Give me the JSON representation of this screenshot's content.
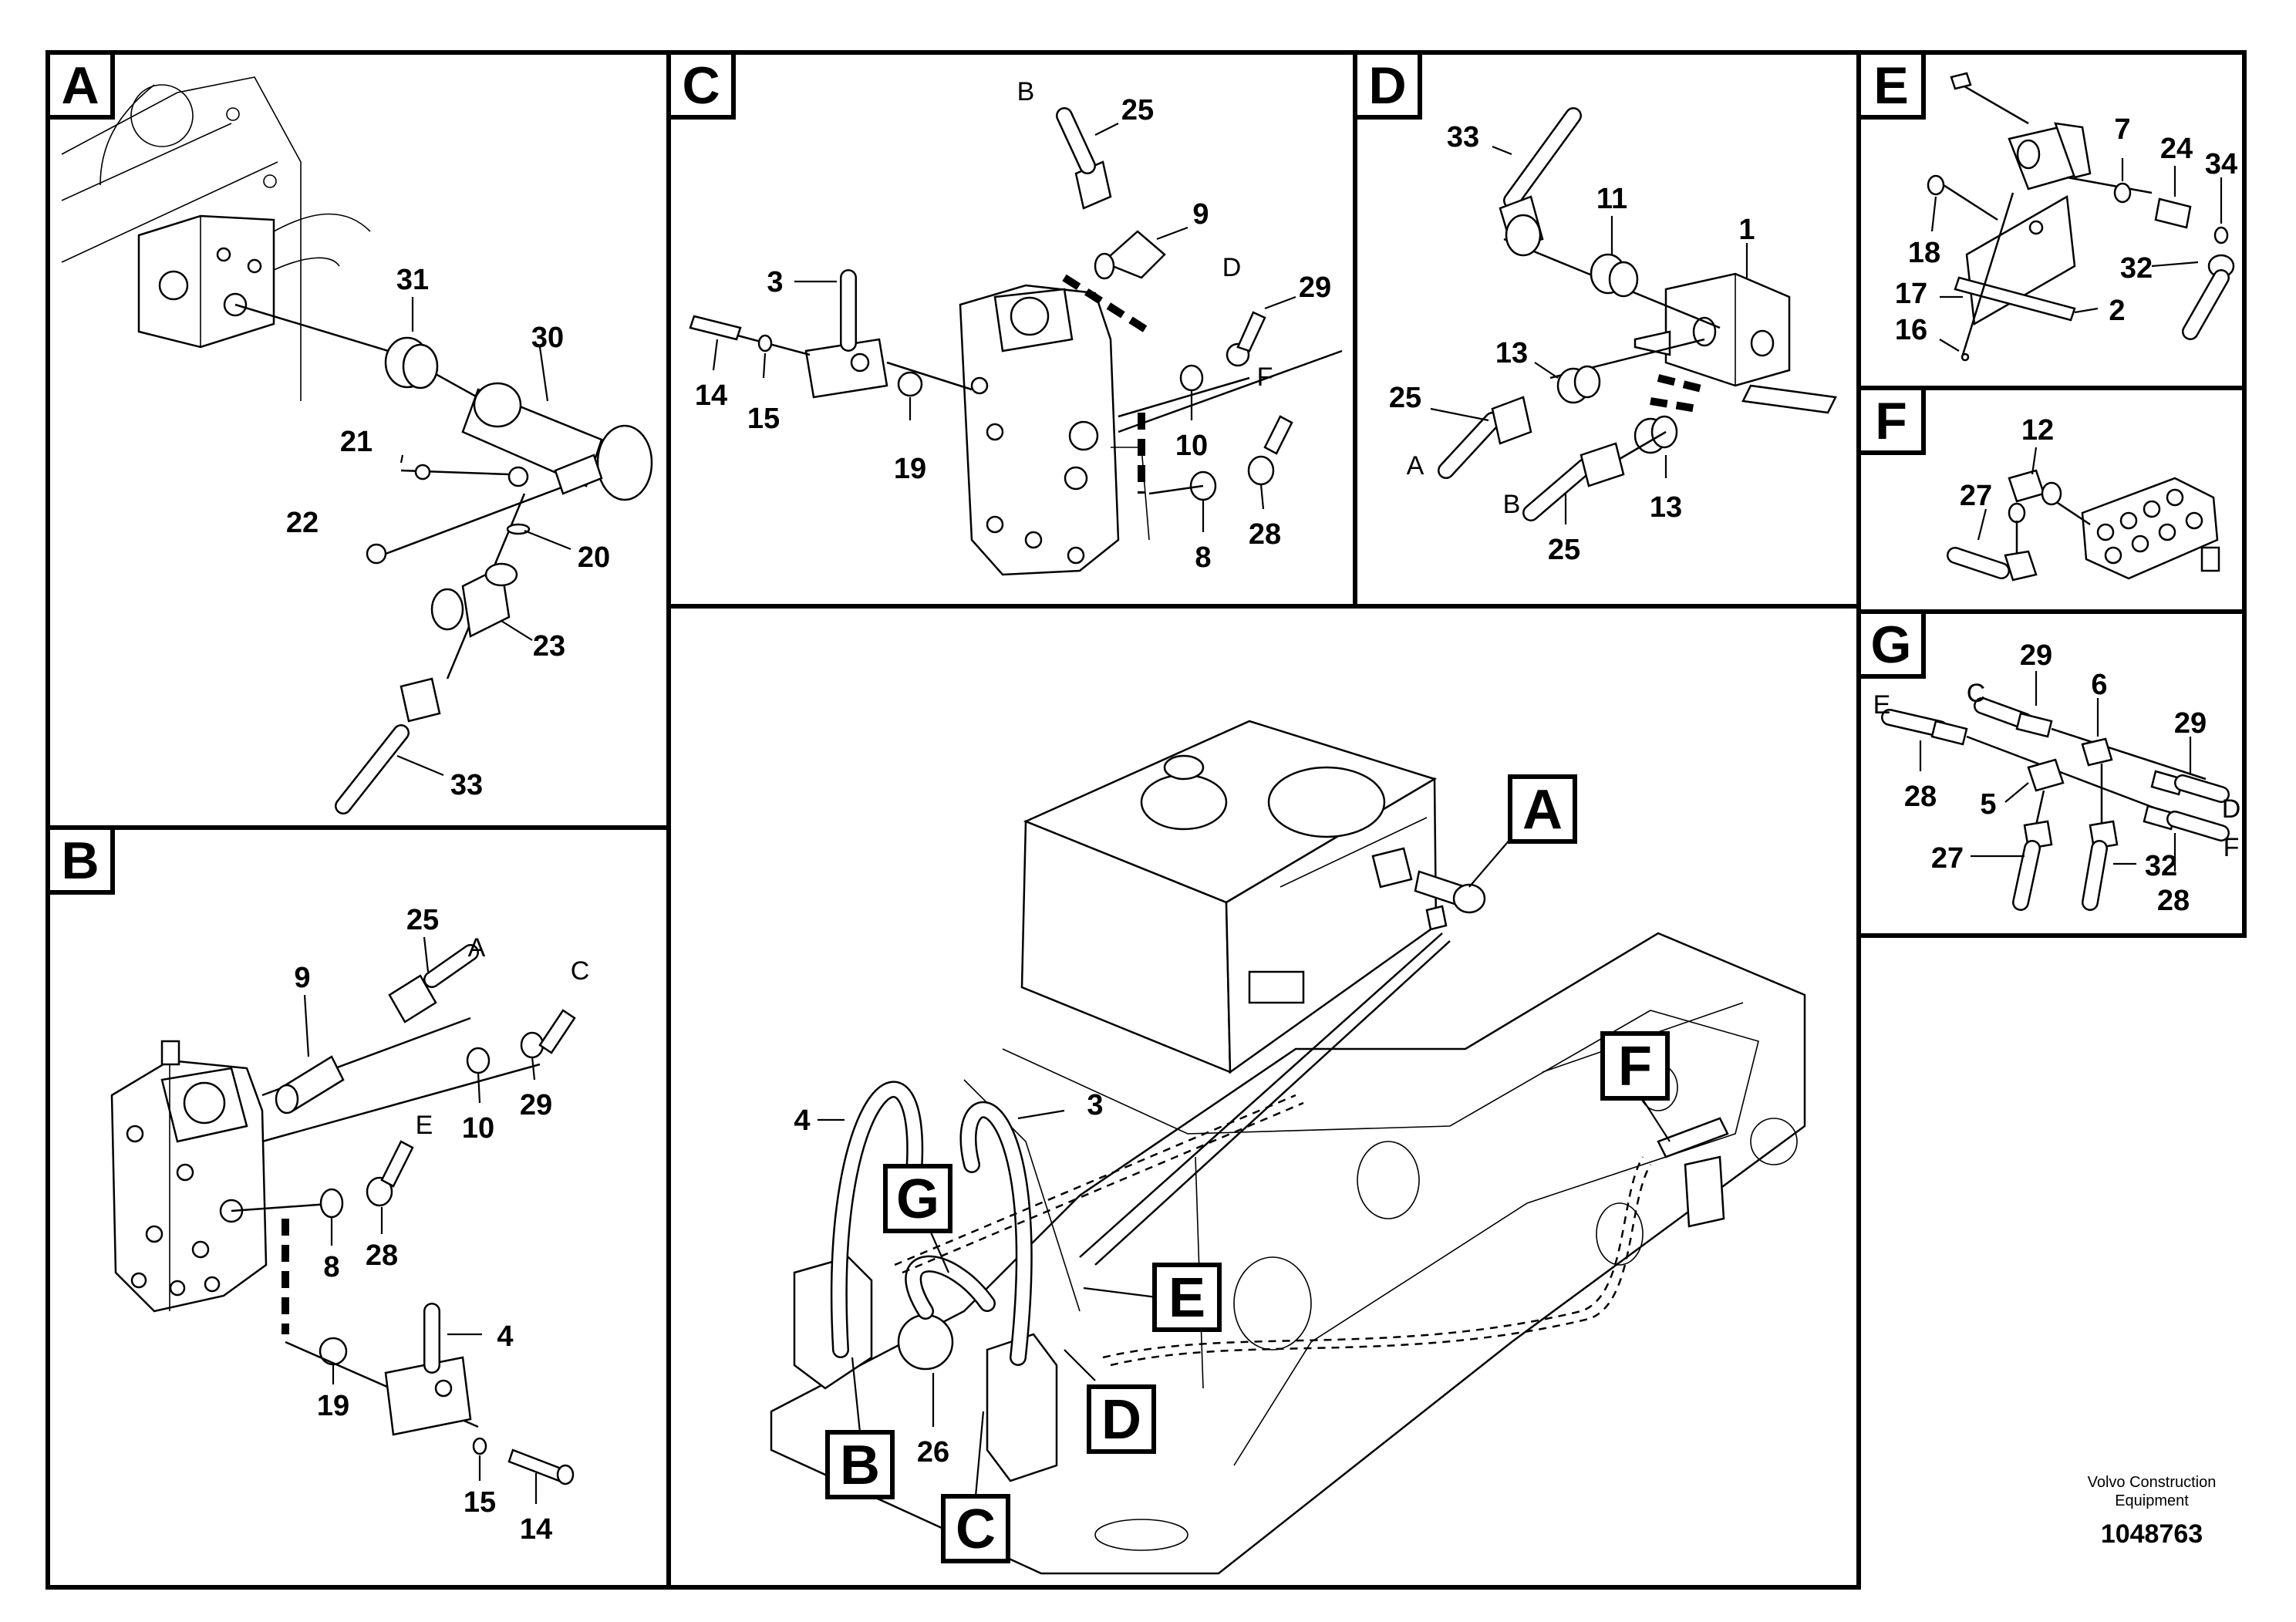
{
  "panels": {
    "A": {
      "letter": "A",
      "labels": {
        "p31": "31",
        "p30": "30",
        "p21": "21",
        "p22": "22",
        "p20": "20",
        "p23": "23",
        "p33": "33"
      }
    },
    "B": {
      "letter": "B",
      "labels": {
        "p25": "25",
        "p9": "9",
        "pA": "A",
        "pC": "C",
        "p10": "10",
        "p29": "29",
        "pE": "E",
        "p8": "8",
        "p28": "28",
        "p4": "4",
        "p19": "19",
        "p15": "15",
        "p14": "14"
      }
    },
    "C": {
      "letter": "C",
      "labels": {
        "pB": "B",
        "p25": "25",
        "p9": "9",
        "p3": "3",
        "pD": "D",
        "p29": "29",
        "p14": "14",
        "p15": "15",
        "p19": "19",
        "pF": "F",
        "p10": "10",
        "p8": "8",
        "p28": "28"
      }
    },
    "D": {
      "letter": "D",
      "labels": {
        "p33": "33",
        "p11": "11",
        "p1": "1",
        "p13a": "13",
        "p25": "25",
        "pA": "A",
        "pB": "B",
        "p13b": "13",
        "p25b": "25"
      }
    },
    "E": {
      "letter": "E",
      "labels": {
        "p7": "7",
        "p24": "24",
        "p34": "34",
        "p18": "18",
        "p32": "32",
        "p17": "17",
        "p2": "2",
        "p16": "16"
      }
    },
    "F": {
      "letter": "F",
      "labels": {
        "p12": "12",
        "p27": "27"
      }
    },
    "G": {
      "letter": "G",
      "labels": {
        "p29a": "29",
        "pC": "C",
        "p6": "6",
        "pE": "E",
        "p29b": "29",
        "p28a": "28",
        "p5": "5",
        "pD": "D",
        "p27": "27",
        "p32": "32",
        "pF": "F",
        "p28b": "28"
      }
    }
  },
  "main": {
    "labels": {
      "p4": "4",
      "p3": "3",
      "p26": "26"
    },
    "callouts": {
      "A": "A",
      "B": "B",
      "C": "C",
      "D": "D",
      "E": "E",
      "F": "F",
      "G": "G"
    }
  },
  "footer": {
    "brand_line1": "Volvo Construction",
    "brand_line2": "Equipment",
    "doc_number": "1048763"
  }
}
